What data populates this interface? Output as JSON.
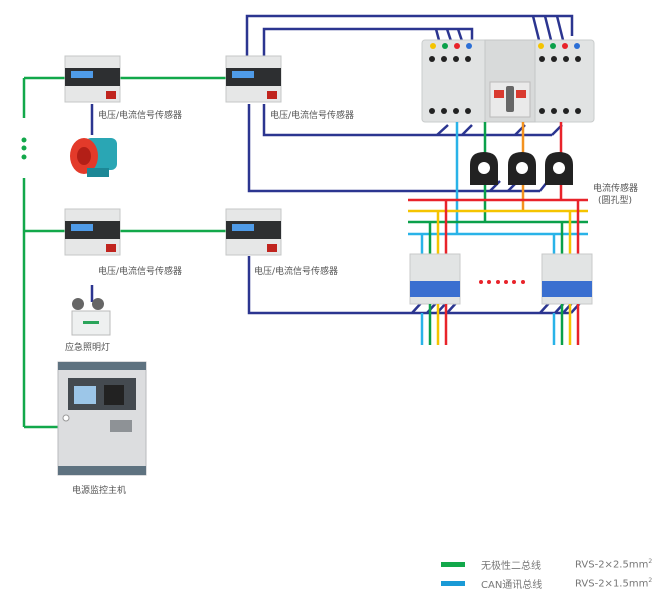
{
  "colors": {
    "bus_green": "#12a84a",
    "signal_blue": "#2b3590",
    "can_blue": "#1a9ad6",
    "phase_red": "#e8232a",
    "phase_yellow": "#f5c400",
    "phase_green": "#0aa04a",
    "phase_cyan": "#29b3e8",
    "phase_orange": "#f39220"
  },
  "labels": {
    "sensor_1": "电压/电流信号传感器",
    "sensor_2": "电压/电流信号传感器",
    "sensor_3": "电压/电流信号传感器",
    "sensor_4": "电压/电流信号传感器",
    "current_sensor_line1": "电流传感器",
    "current_sensor_line2": "(圆孔型)",
    "emergency_light": "应急照明灯",
    "host": "电源监控主机"
  },
  "legend": [
    {
      "name": "无极性二总线",
      "spec": "RVS-2×2.5mm",
      "sup": "2",
      "color": "#12a84a"
    },
    {
      "name": "CAN通讯总线",
      "spec": "RVS-2×1.5mm",
      "sup": "2",
      "color": "#1a9ad6"
    }
  ]
}
